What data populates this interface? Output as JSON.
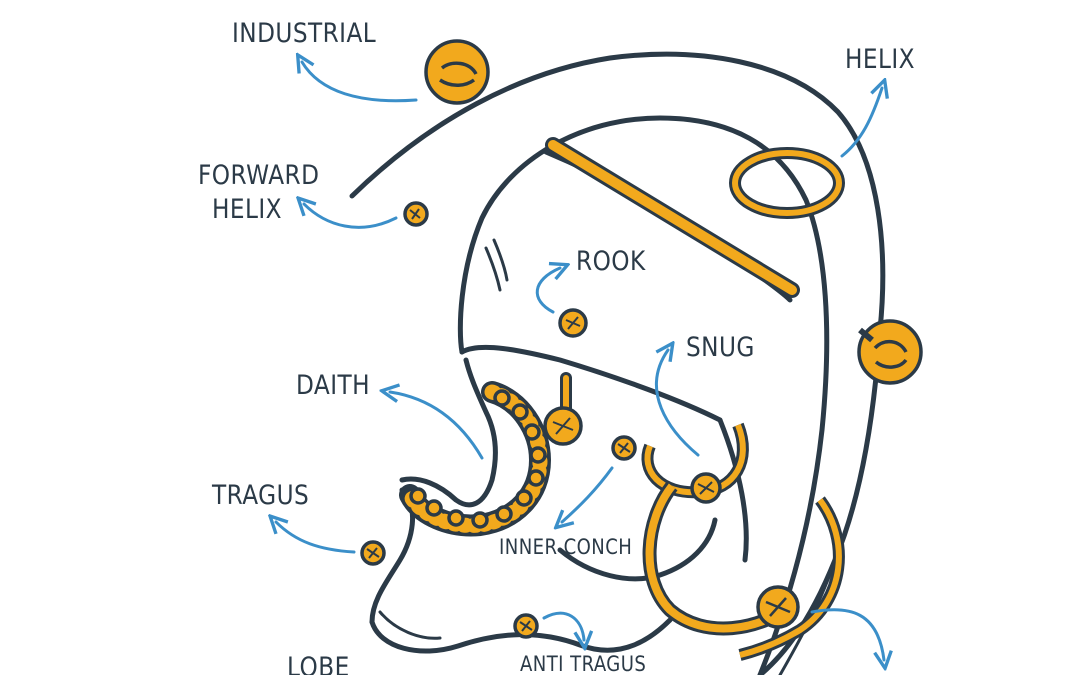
{
  "diagram": {
    "labels": {
      "industrial": "INDUSTRIAL",
      "helix": "HELIX",
      "forward_helix_line1": "FORWARD",
      "forward_helix_line2": "HELIX",
      "rook": "ROOK",
      "snug": "SNUG",
      "daith": "DAITH",
      "tragus": "TRAGUS",
      "inner_conch": "INNER CONCH",
      "anti_tragus": "ANTI TRAGUS",
      "lobe": "LOBE"
    },
    "colors": {
      "outline": "#2b3a47",
      "jewelry": "#f2a91d",
      "arrow": "#3b8fc9",
      "background": "#ffffff"
    },
    "icons": {
      "stud": "ball-stud-icon",
      "ring": "hoop-ring-icon",
      "bar": "industrial-barbell-icon",
      "arrow": "pointer-arrow-icon"
    }
  }
}
